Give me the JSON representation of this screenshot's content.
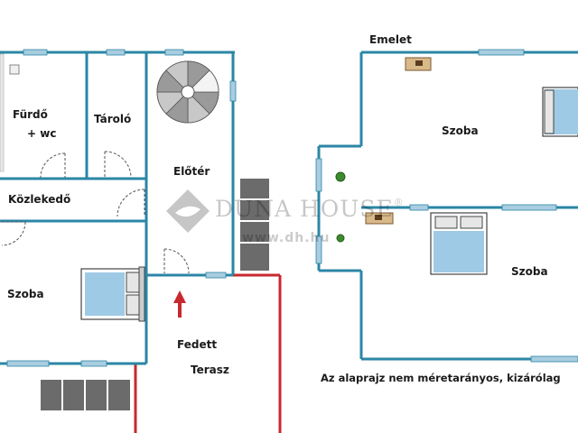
{
  "labels": {
    "furdo": "Fürdő",
    "wc": "+ wc",
    "tarolo": "Tároló",
    "eloter": "Előtér",
    "kozlekedo": "Közlekedő",
    "szoba_left": "Szoba",
    "fedett": "Fedett",
    "terasz": "Terasz",
    "emelet": "Emelet",
    "szoba_upper": "Szoba",
    "szoba_lower": "Szoba",
    "note": "Az alaprajz nem méretarányos, kizárólag"
  },
  "watermark": {
    "brand": "DUNA HOUSE",
    "registered": "®",
    "url": "www.dh.hu"
  },
  "colors": {
    "wall": "#2b86a6",
    "window": "#a9cde0",
    "terrace_wall": "#c8282e",
    "entry_arrow": "#c8282e",
    "bed_sheet": "#9ecae6",
    "stair_block": "#6b6b6b"
  }
}
